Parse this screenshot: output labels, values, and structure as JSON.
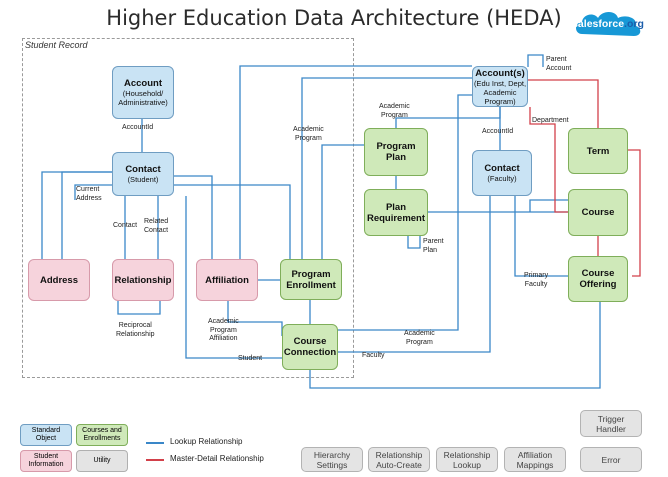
{
  "title": "Higher Education Data Architecture (HEDA)",
  "logo": {
    "brand": "salesforce",
    "suffix": ".org"
  },
  "student_record_label": "Student Record",
  "colors": {
    "blue": "#c9e3f4",
    "green": "#cfe9b9",
    "pink": "#f6d3dc",
    "gray": "#e4e4e4",
    "lookup": "#3a87c8",
    "master_detail": "#d2404a"
  },
  "nodes": {
    "account_left": {
      "title": "Account",
      "sub": "(Household/\nAdministrative)"
    },
    "contact_student": {
      "title": "Contact",
      "sub": "(Student)"
    },
    "address": {
      "title": "Address"
    },
    "relationship": {
      "title": "Relationship"
    },
    "affiliation": {
      "title": "Affiliation"
    },
    "program_enrollment": {
      "title": "Program\nEnrollment"
    },
    "course_connection": {
      "title": "Course\nConnection"
    },
    "program_plan": {
      "title": "Program\nPlan"
    },
    "plan_requirement": {
      "title": "Plan\nRequirement"
    },
    "accounts_right": {
      "title": "Account(s)",
      "sub": "(Edu Inst, Dept,\nAcademic\nProgram)"
    },
    "contact_faculty": {
      "title": "Contact",
      "sub": "(Faculty)"
    },
    "term": {
      "title": "Term"
    },
    "course": {
      "title": "Course"
    },
    "course_offering": {
      "title": "Course\nOffering"
    }
  },
  "labels": {
    "account_id_left": "AccountId",
    "current_address": "Current\nAddress",
    "contact": "Contact",
    "related_contact": "Related\nContact",
    "reciprocal_relationship": "Reciprocal\nRelationship",
    "academic_program_top": "Academic\nProgram",
    "academic_program_affiliation": "Academic\nProgram\nAffiliation",
    "student": "Student",
    "faculty": "Faculty",
    "academic_program_bottom": "Academic\nProgram",
    "academic_program_plan": "Academic\nProgram",
    "parent_plan": "Parent\nPlan",
    "parent_account": "Parent\nAccount",
    "account_id_right": "AccountId",
    "department": "Department",
    "primary_faculty": "Primary\nFaculty"
  },
  "legend": {
    "standard_object": "Standard\nObject",
    "courses_enrollments": "Courses and\nEnrollments",
    "student_information": "Student\nInformation",
    "utility": "Utility",
    "lookup_relationship": "Lookup Relationship",
    "master_detail_relationship": "Master-Detail Relationship"
  },
  "buttons": {
    "hierarchy_settings": "Hierarchy\nSettings",
    "relationship_auto_create": "Relationship\nAuto-Create",
    "relationship_lookup": "Relationship\nLookup",
    "affiliation_mappings": "Affiliation\nMappings",
    "trigger_handler": "Trigger\nHandler",
    "error": "Error"
  }
}
